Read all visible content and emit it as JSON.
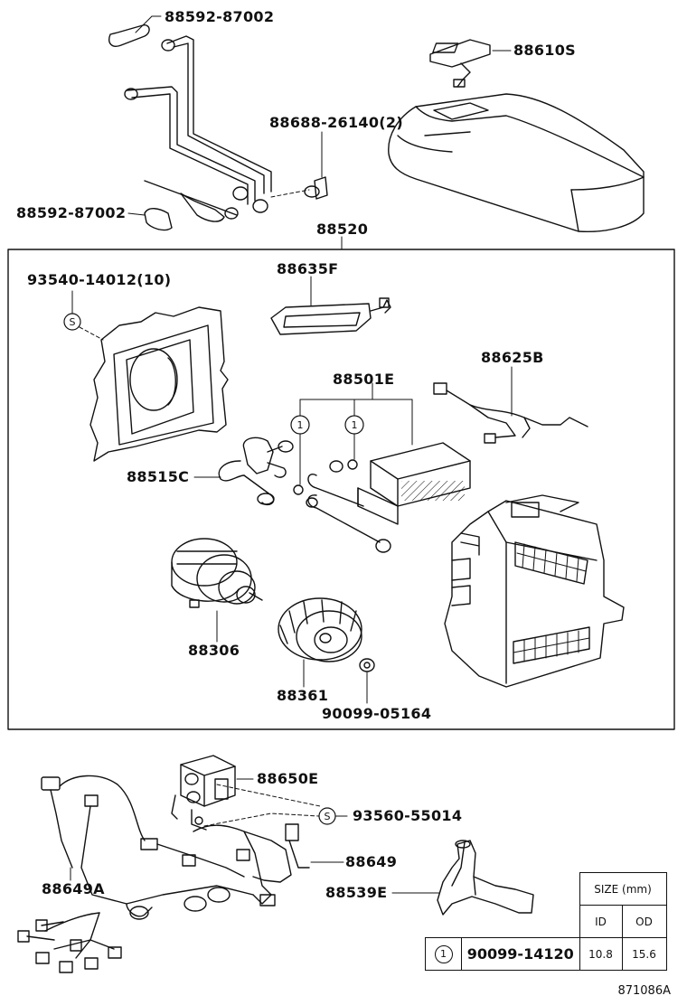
{
  "labels": {
    "p88592_top": "88592-87002",
    "p88610S": "88610S",
    "p88688": "88688-26140(2)",
    "p88592_left": "88592-87002",
    "p88520": "88520",
    "p93540": "93540-14012(10)",
    "p88635F": "88635F",
    "p88625B": "88625B",
    "p88501E": "88501E",
    "p88515C": "88515C",
    "p88306": "88306",
    "p88361": "88361",
    "p90099_05164": "90099-05164",
    "p88650E": "88650E",
    "p93560": "93560-55014",
    "p88649": "88649",
    "p88649A": "88649A",
    "p88539E": "88539E"
  },
  "callouts": {
    "s_mark": "S",
    "one_mark": "1"
  },
  "size_table": {
    "header": "SIZE (mm)",
    "col_id": "ID",
    "col_od": "OD",
    "row_ref": "1",
    "row_part": "90099-14120",
    "row_id": "10.8",
    "row_od": "15.6"
  },
  "figure_code": "871086A"
}
